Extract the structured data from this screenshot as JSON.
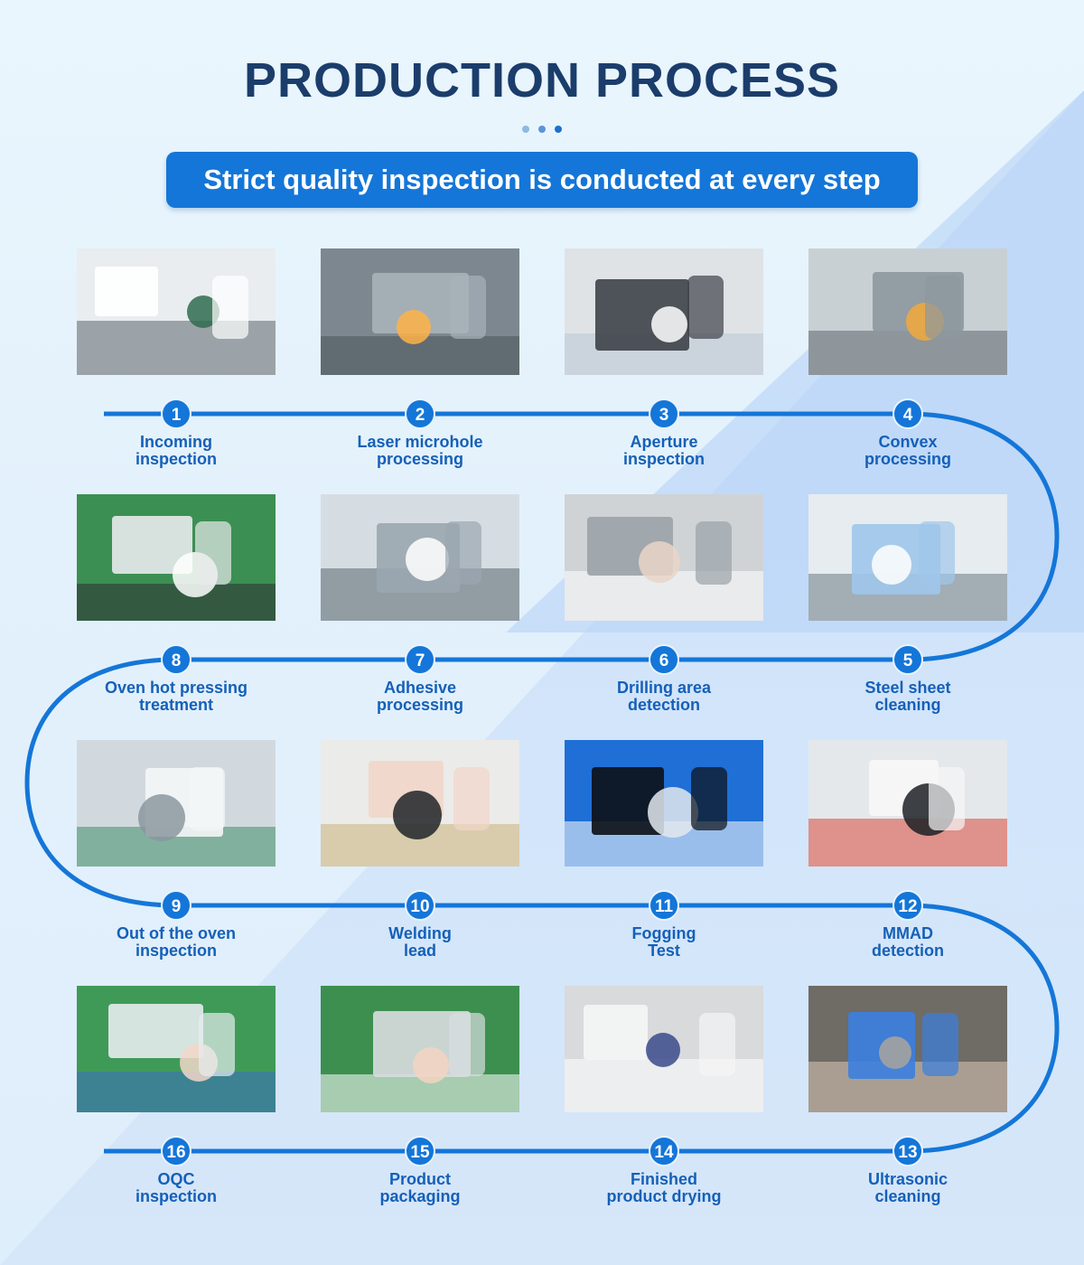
{
  "header": {
    "title": "PRODUCTION PROCESS",
    "subtitle": "Strict quality inspection is conducted at every step",
    "dot_colors": [
      "#8fb9e3",
      "#5b95d4",
      "#1c6fd0"
    ]
  },
  "colors": {
    "accent": "#1476d8",
    "title": "#1b3d6b",
    "label": "#1560b8"
  },
  "steps": [
    {
      "num": "1",
      "line1": "Incoming",
      "line2": "inspection",
      "photo": "lab-microscope-monitor-photo"
    },
    {
      "num": "2",
      "line1": "Laser microhole",
      "line2": "processing",
      "photo": "laser-machine-photo"
    },
    {
      "num": "3",
      "line1": "Aperture",
      "line2": "inspection",
      "photo": "microscope-inspection-photo"
    },
    {
      "num": "4",
      "line1": "Convex",
      "line2": "processing",
      "photo": "automated-machinery-photo"
    },
    {
      "num": "5",
      "line1": "Steel sheet",
      "line2": "cleaning",
      "photo": "ultrasonic-cleaner-photo"
    },
    {
      "num": "6",
      "line1": "Drilling area",
      "line2": "detection",
      "photo": "steel-discs-photo"
    },
    {
      "num": "7",
      "line1": "Adhesive",
      "line2": "processing",
      "photo": "adhesive-line-photo"
    },
    {
      "num": "8",
      "line1": "Oven hot pressing",
      "line2": "treatment",
      "photo": "oven-photo"
    },
    {
      "num": "9",
      "line1": "Out of the oven",
      "line2": "inspection",
      "photo": "workers-inspection-photo"
    },
    {
      "num": "10",
      "line1": "Welding",
      "line2": "lead",
      "photo": "welding-photo"
    },
    {
      "num": "11",
      "line1": "Fogging",
      "line2": "Test",
      "photo": "fogging-test-photo"
    },
    {
      "num": "12",
      "line1": "MMAD",
      "line2": "detection",
      "photo": "mmad-detection-photo"
    },
    {
      "num": "13",
      "line1": "Ultrasonic",
      "line2": "cleaning",
      "photo": "basket-cleaning-photo"
    },
    {
      "num": "14",
      "line1": "Finished",
      "line2": "product drying",
      "photo": "drying-cabinet-photo"
    },
    {
      "num": "15",
      "line1": "Product",
      "line2": "packaging",
      "photo": "packaging-photo"
    },
    {
      "num": "16",
      "line1": "OQC",
      "line2": "inspection",
      "photo": "oqc-photo"
    }
  ]
}
